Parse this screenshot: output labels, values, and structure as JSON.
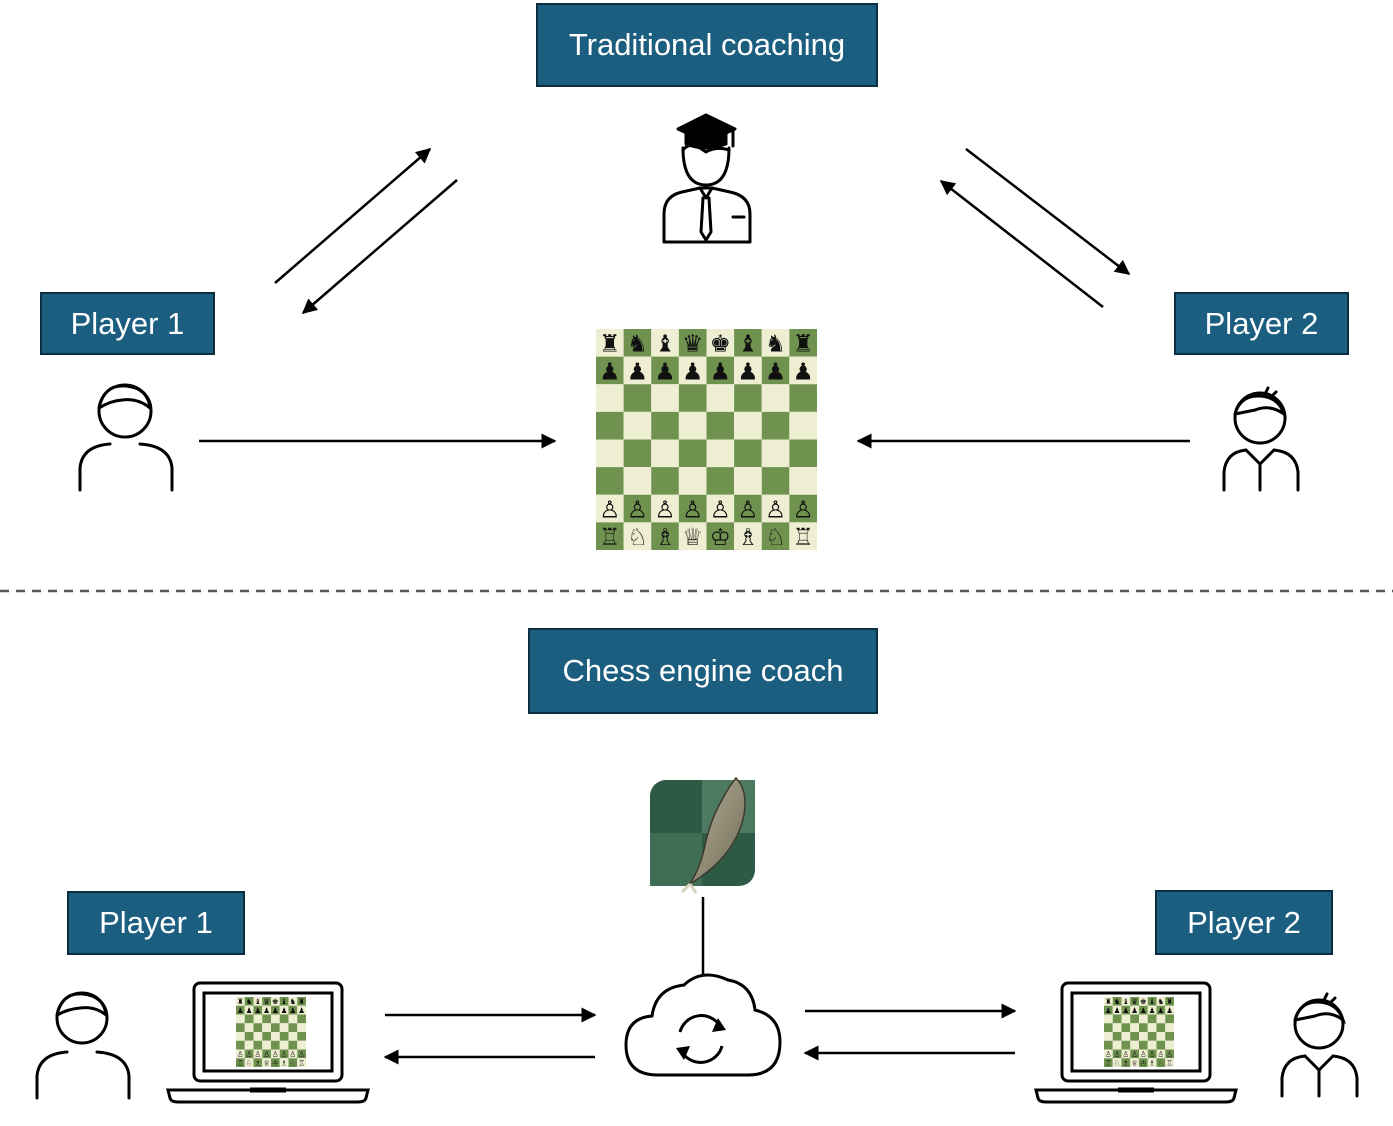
{
  "top_section": {
    "title": "Traditional coaching",
    "player1": "Player 1",
    "player2": "Player 2"
  },
  "bottom_section": {
    "title": "Chess engine coach",
    "player1": "Player 1",
    "player2": "Player 2"
  },
  "colors": {
    "label_fill": "#1b5e80",
    "label_border": "#0d2f42",
    "board_dark": "#6f934f",
    "board_light": "#eeeed2",
    "engine_icon": "#2e5a45"
  },
  "icons": [
    "graduate-coach-icon",
    "person-icon",
    "chessboard-icon",
    "laptop-icon",
    "cloud-sync-icon",
    "stockfish-engine-icon"
  ]
}
